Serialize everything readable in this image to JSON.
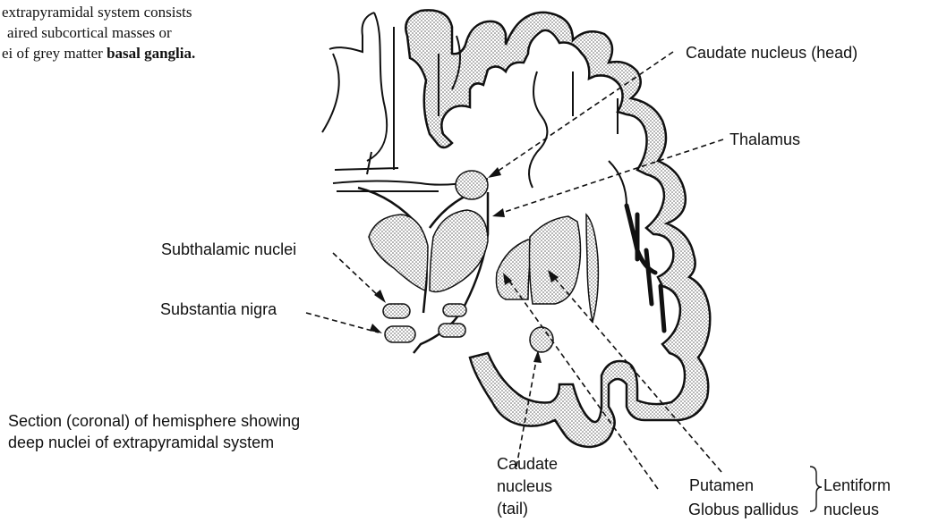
{
  "intro": {
    "line1": "extrapyramidal system consists",
    "line2": "aired subcortical masses or",
    "line3_prefix": "ei of grey matter ",
    "line3_bold": "basal ganglia."
  },
  "labels": {
    "caudate_head": "Caudate nucleus (head)",
    "thalamus": "Thalamus",
    "subthalamic": "Subthalamic nuclei",
    "substantia_nigra": "Substantia nigra",
    "caption_line1": "Section (coronal) of hemisphere showing",
    "caption_line2": "deep nuclei of extrapyramidal system",
    "caudate_tail_1": "Caudate",
    "caudate_tail_2": "nucleus",
    "caudate_tail_3": "(tail)",
    "putamen": "Putamen",
    "globus_pallidus": "Globus pallidus",
    "lentiform_1": "Lentiform",
    "lentiform_2": "nucleus"
  },
  "colors": {
    "ink": "#111111",
    "stipple": "#c9c9c9"
  }
}
